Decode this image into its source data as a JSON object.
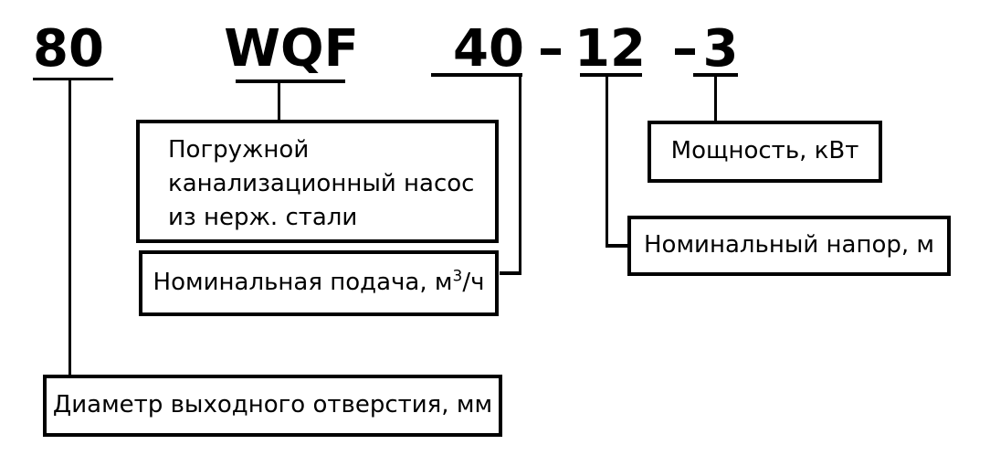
{
  "designation": {
    "diameter_value": "80",
    "series_value": "WQF",
    "flow_value": "40",
    "separator": "–",
    "head_value": "12",
    "power_value": "3"
  },
  "labels": {
    "series_lines": [
      "Погружной",
      "канализационный насос",
      "из нерж. стали"
    ],
    "flow": {
      "prefix": "Номинальная подача, м",
      "sup": "3",
      "suffix": "/ч"
    },
    "power": "Мощность, кВт",
    "head": "Номинальный напор, м",
    "diameter": "Диаметр выходного отверстия, мм"
  },
  "colors": {
    "ink": "#000000",
    "background": "#ffffff"
  }
}
